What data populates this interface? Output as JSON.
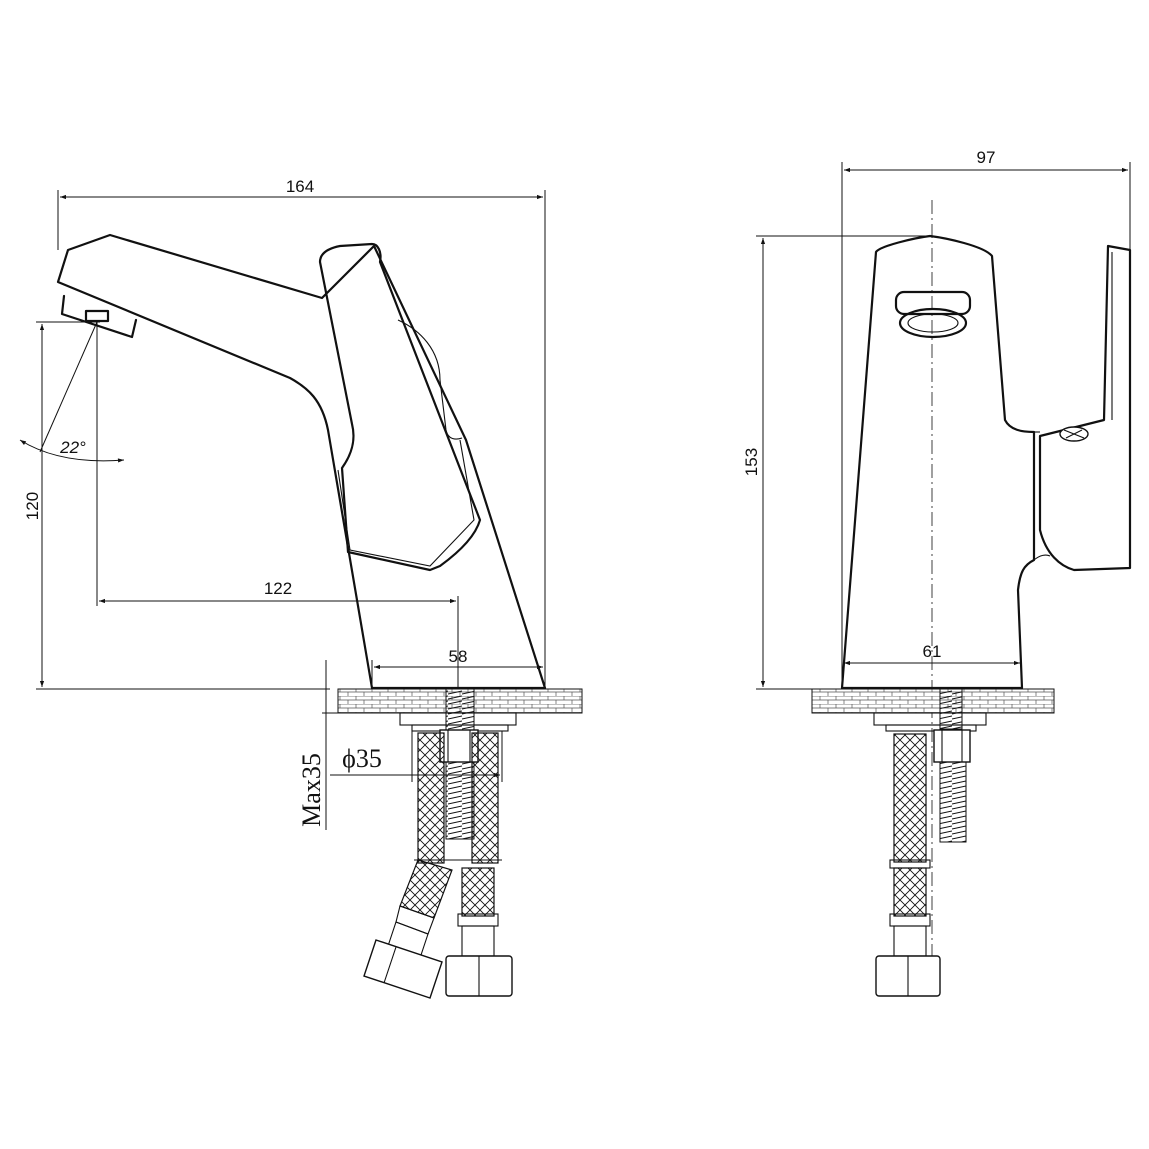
{
  "dimensions": {
    "side_total_length": "164",
    "side_height": "120",
    "spout_angle": "22°",
    "spout_reach": "122",
    "side_base_width": "58",
    "mount_thickness_max": "Max35",
    "hole_diameter": "ϕ35",
    "front_total_width": "97",
    "front_height": "153",
    "front_base_width": "61"
  }
}
